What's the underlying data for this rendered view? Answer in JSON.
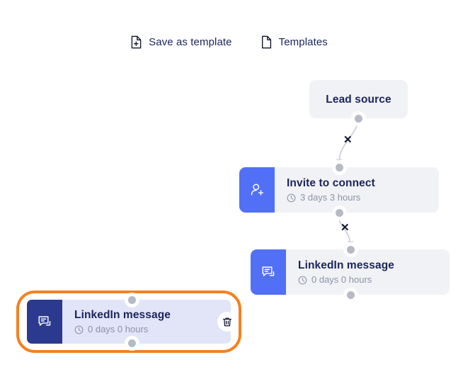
{
  "toolbar": {
    "buttons": [
      {
        "label": "Save as template",
        "icon": "file-plus-icon",
        "name": "save-as-template-button"
      },
      {
        "label": "Templates",
        "icon": "file-icon",
        "name": "templates-button"
      }
    ]
  },
  "flow": {
    "nodes": [
      {
        "id": "lead-source",
        "type": "plain",
        "title": "Lead source",
        "subtitle": null,
        "icon": null,
        "selected": false,
        "handles": {
          "top": false,
          "bottom": true
        }
      },
      {
        "id": "invite-to-connect",
        "type": "action",
        "title": "Invite to connect",
        "subtitle": "3 days 3 hours",
        "icon": "user-plus-icon",
        "selected": false,
        "handles": {
          "top": true,
          "bottom": true
        }
      },
      {
        "id": "linkedin-message",
        "type": "action",
        "title": "LinkedIn message",
        "subtitle": "0 days 0 hours",
        "icon": "message-arrow-icon",
        "selected": false,
        "handles": {
          "top": true,
          "bottom": true
        }
      },
      {
        "id": "linkedin-message-selected",
        "type": "action",
        "title": "LinkedIn message",
        "subtitle": "0 days 0 hours",
        "icon": "message-arrow-icon",
        "selected": true,
        "delete_label": "delete-node",
        "handles": {
          "top": true,
          "bottom": true
        }
      }
    ],
    "edges": [
      {
        "from": "lead-source",
        "to": "invite-to-connect",
        "marker": "x",
        "marker_label": "✕"
      },
      {
        "from": "invite-to-connect",
        "to": "linkedin-message",
        "marker": "x",
        "marker_label": "✕"
      }
    ],
    "clock_icon": "clock-icon"
  },
  "colors": {
    "accent_blue": "#5170f5",
    "selected_icon_blue": "#2b3a8f",
    "selected_ring_orange": "#f5811f",
    "node_bg": "#f1f2f5",
    "selected_body_bg": "#e2e4f8",
    "title_text": "#1b2559",
    "subtitle_text": "#8c93a8",
    "handle": "#b6bac5",
    "edge_line": "#c9ccd6"
  }
}
